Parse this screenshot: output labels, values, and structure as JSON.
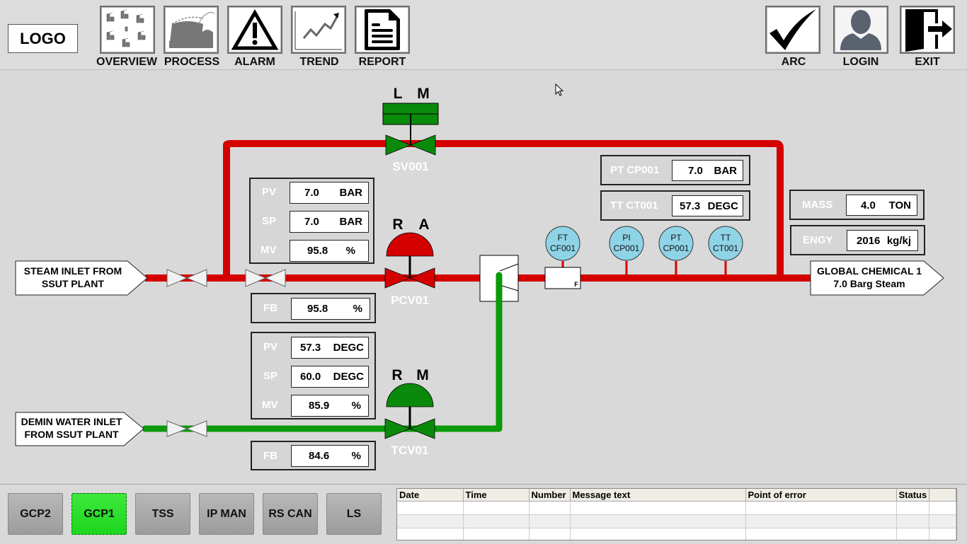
{
  "header": {
    "logo": "LOGO",
    "nav_left": [
      {
        "id": "overview",
        "label": "OVERVIEW",
        "icon": "plant-overview-icon"
      },
      {
        "id": "process",
        "label": "PROCESS",
        "icon": "factory-icon"
      },
      {
        "id": "alarm",
        "label": "ALARM",
        "icon": "warning-triangle-icon"
      },
      {
        "id": "trend",
        "label": "TREND",
        "icon": "trend-chart-icon"
      },
      {
        "id": "report",
        "label": "REPORT",
        "icon": "document-icon"
      }
    ],
    "nav_right": [
      {
        "id": "arc",
        "label": "ARC",
        "icon": "checkmark-icon"
      },
      {
        "id": "login",
        "label": "LOGIN",
        "icon": "user-icon"
      },
      {
        "id": "exit",
        "label": "EXIT",
        "icon": "exit-door-icon"
      }
    ]
  },
  "process": {
    "steam_inlet": "STEAM INLET FROM\nSSUT PLANT",
    "steam_inlet_l1": "STEAM INLET FROM",
    "steam_inlet_l2": "SSUT PLANT",
    "water_inlet_l1": "DEMIN WATER INLET",
    "water_inlet_l2": "FROM SSUT PLANT",
    "outlet_l1": "GLOBAL CHEMICAL 1",
    "outlet_l2": "7.0 Barg Steam",
    "sv001": {
      "tag": "SV001",
      "mode_left": "L",
      "mode_right": "M",
      "color": "#0a8a0a"
    },
    "pcv01": {
      "tag": "PCV01",
      "mode_left": "R",
      "mode_right": "A",
      "color": "#d40000",
      "pv": {
        "label": "PV",
        "value": "7.0",
        "unit": "BAR"
      },
      "sp": {
        "label": "SP",
        "value": "7.0",
        "unit": "BAR"
      },
      "mv": {
        "label": "MV",
        "value": "95.8",
        "unit": "%"
      },
      "fb": {
        "label": "FB",
        "value": "95.8",
        "unit": "%"
      }
    },
    "tcv01": {
      "tag": "TCV01",
      "mode_left": "R",
      "mode_right": "M",
      "color": "#0a8a0a",
      "pv": {
        "label": "PV",
        "value": "57.3",
        "unit": "DEGC"
      },
      "sp": {
        "label": "SP",
        "value": "60.0",
        "unit": "DEGC"
      },
      "mv": {
        "label": "MV",
        "value": "85.9",
        "unit": "%"
      },
      "fb": {
        "label": "FB",
        "value": "84.6",
        "unit": "%"
      }
    },
    "pt_cp001": {
      "label": "PT CP001",
      "value": "7.0",
      "unit": "BAR"
    },
    "tt_ct001": {
      "label": "TT CT001",
      "value": "57.3",
      "unit": "DEGC"
    },
    "mass": {
      "label": "MASS",
      "value": "4.0",
      "unit": "TON"
    },
    "engy": {
      "label": "ENGY",
      "value": "2016",
      "unit": "kg/kj"
    },
    "instruments": [
      {
        "l1": "FT",
        "l2": "CF001"
      },
      {
        "l1": "PI",
        "l2": "CP001"
      },
      {
        "l1": "PT",
        "l2": "CP001"
      },
      {
        "l1": "TT",
        "l2": "CT001"
      }
    ],
    "flow_element_label": "F",
    "steam_color": "#d40000",
    "water_color": "#0a9a0a"
  },
  "footer": {
    "tabs": [
      {
        "label": "GCP2",
        "active": false
      },
      {
        "label": "GCP1",
        "active": true
      },
      {
        "label": "TSS",
        "active": false
      },
      {
        "label": "IP MAN",
        "active": false
      },
      {
        "label": "RS CAN",
        "active": false
      },
      {
        "label": "LS",
        "active": false
      }
    ],
    "alarm_table": {
      "columns": [
        "Date",
        "Time",
        "Number",
        "Message text",
        "Point of error",
        "Status"
      ],
      "rows": 3
    }
  }
}
